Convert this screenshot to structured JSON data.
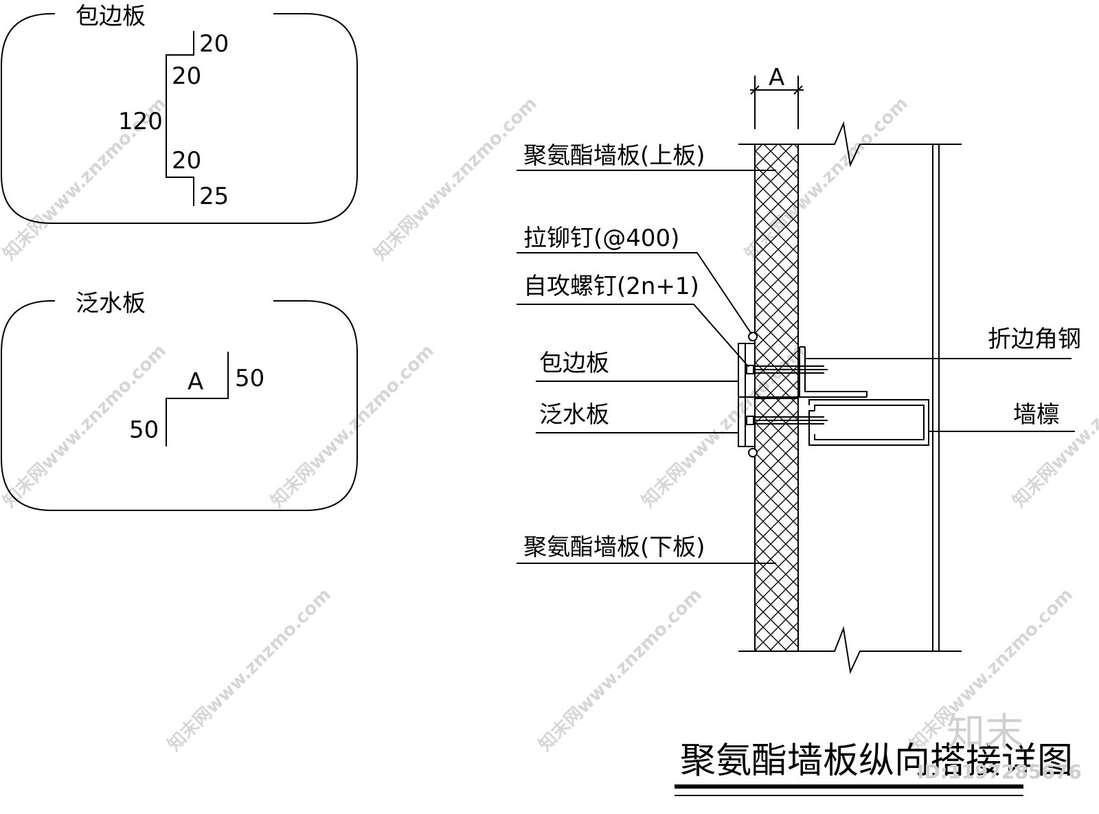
{
  "detail_baobian": {
    "title": "包边板",
    "dims": [
      "20",
      "20",
      "120",
      "20",
      "25"
    ]
  },
  "detail_fanshui": {
    "title": "泛水板",
    "dims": [
      "A",
      "50",
      "50"
    ]
  },
  "main_detail": {
    "thickness_label": "A",
    "labels": {
      "upper_panel": "聚氨酯墙板(上板)",
      "rivet": "拉铆钉(@400)",
      "screw": "自攻螺钉(2n+1)",
      "trim": "包边板",
      "flashing": "泛水板",
      "lower_panel": "聚氨酯墙板(下板)",
      "angle": "折边角钢",
      "purlin": "墙檩"
    },
    "title": "聚氨酯墙板纵向搭接详图"
  },
  "watermark": {
    "text": "知末网www.znzmo.com",
    "logo": "知末",
    "id": "ID:1197285676"
  }
}
